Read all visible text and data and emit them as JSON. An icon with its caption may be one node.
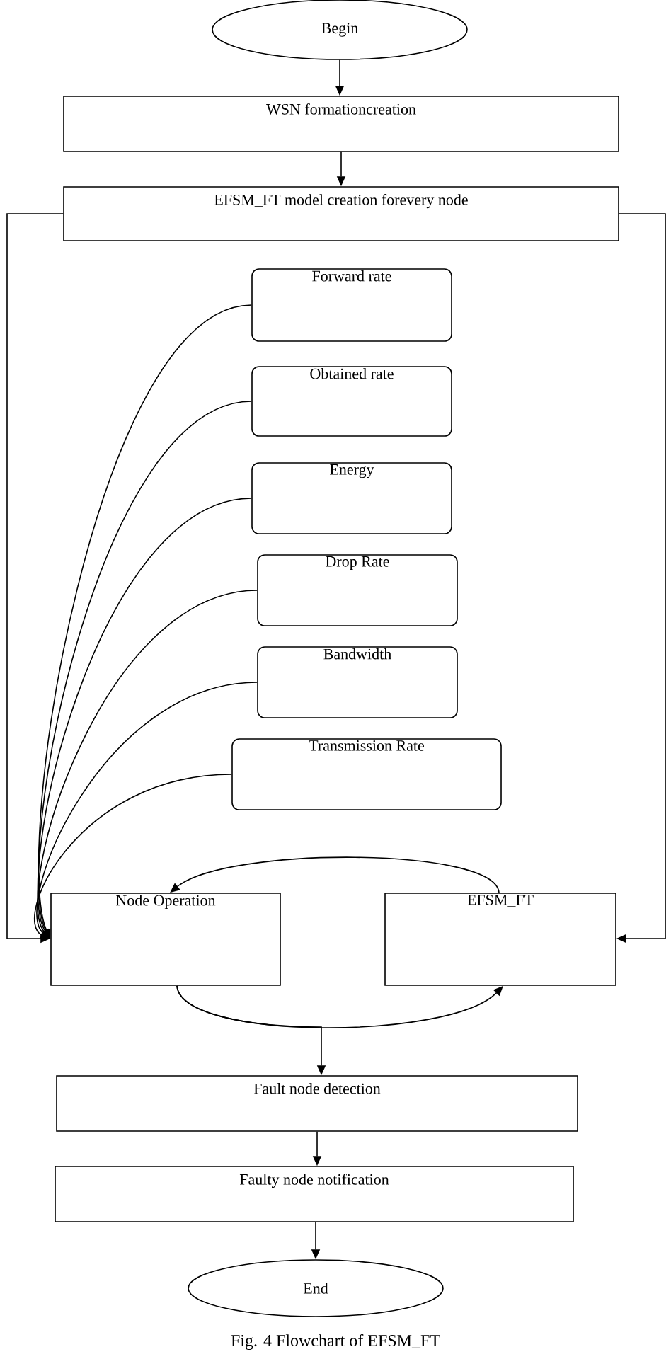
{
  "diagram": {
    "caption": "Fig. 4 Flowchart of EFSM_FT",
    "nodes": [
      {
        "text": [
          "Begin"
        ]
      },
      {
        "text": [
          "WSN formationcreation"
        ]
      },
      {
        "text": [
          "EFSM_FT model creation forevery node"
        ]
      },
      {
        "text": [
          "Forward rate"
        ]
      },
      {
        "text": [
          "Obtained rate"
        ]
      },
      {
        "text": [
          "Energy"
        ]
      },
      {
        "text": [
          "Drop Rate"
        ]
      },
      {
        "text": [
          "Bandwidth"
        ]
      },
      {
        "text": [
          "Transmission Rate"
        ]
      },
      {
        "text": [
          "Node Operation"
        ]
      },
      {
        "text": [
          "EFSM_FT"
        ]
      },
      {
        "text": [
          "Fault node detection"
        ]
      },
      {
        "text": [
          "Faulty node notification"
        ]
      },
      {
        "text": [
          "End"
        ]
      }
    ],
    "edges": [
      {
        "from": 0,
        "to": 1,
        "arrow": "to"
      },
      {
        "from": 1,
        "to": 2,
        "arrow": "to"
      },
      {
        "from": 2,
        "to": 9,
        "arrow": "to"
      },
      {
        "from": 2,
        "to": 10,
        "arrow": "to"
      },
      {
        "from": 3,
        "to": 9,
        "arrow": "to"
      },
      {
        "from": 4,
        "to": 9,
        "arrow": "to"
      },
      {
        "from": 5,
        "to": 9,
        "arrow": "to"
      },
      {
        "from": 6,
        "to": 9,
        "arrow": "to"
      },
      {
        "from": 7,
        "to": 9,
        "arrow": "to"
      },
      {
        "from": 8,
        "to": 9,
        "arrow": "to"
      },
      {
        "from": 10,
        "to": 9,
        "arrow": "to"
      },
      {
        "from": 9,
        "to": 10,
        "arrow": "to"
      },
      {
        "from": 9,
        "to": 11,
        "arrow": "to"
      },
      {
        "from": 11,
        "to": 12,
        "arrow": "to"
      },
      {
        "from": 12,
        "to": 13,
        "arrow": "to"
      }
    ]
  }
}
